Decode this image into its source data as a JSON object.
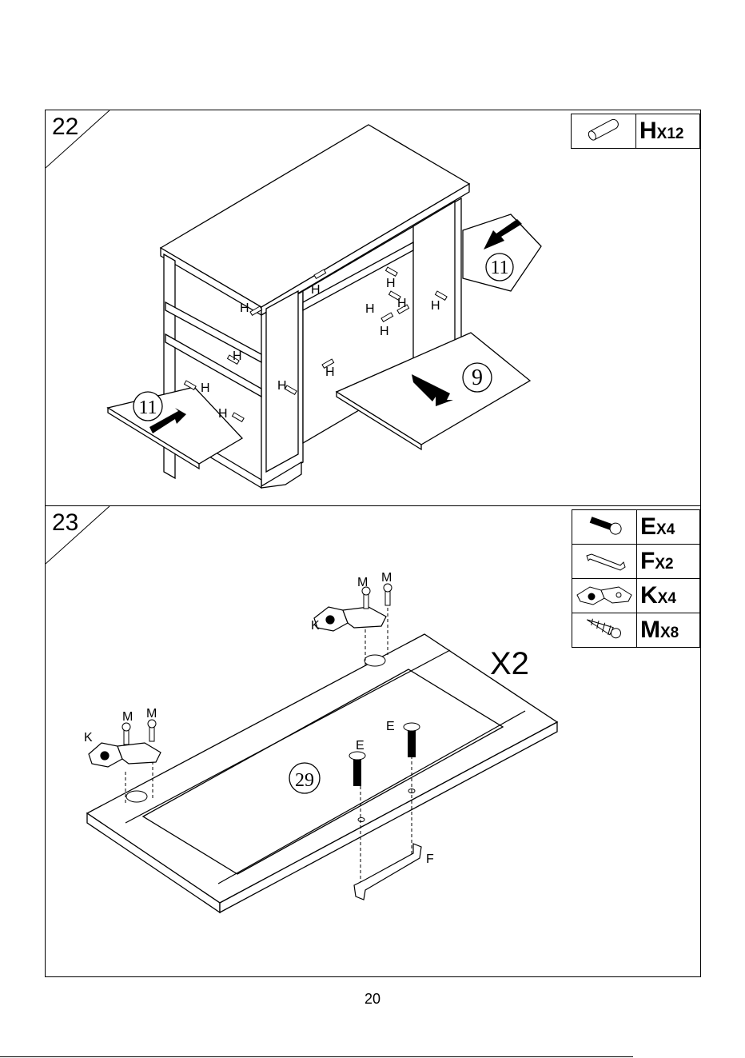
{
  "steps": [
    {
      "number": "22",
      "parts": [
        {
          "icon": "dowel-icon",
          "letter": "H",
          "qty": "X12"
        }
      ],
      "callouts": [
        "11",
        "9",
        "11"
      ],
      "labels": [
        "H",
        "H",
        "H",
        "H",
        "H",
        "H",
        "H",
        "H",
        "H",
        "H",
        "H",
        "H"
      ]
    },
    {
      "number": "23",
      "parts": [
        {
          "icon": "bolt-icon",
          "letter": "E",
          "qty": "X4"
        },
        {
          "icon": "handle-icon",
          "letter": "F",
          "qty": "X2"
        },
        {
          "icon": "hinge-icon",
          "letter": "K",
          "qty": "X4"
        },
        {
          "icon": "screw-icon",
          "letter": "M",
          "qty": "X8"
        }
      ],
      "callout": "29",
      "multiplier": "X2",
      "labels": {
        "m": "M",
        "k": "K",
        "e": "E",
        "f": "F"
      }
    }
  ],
  "page_number": "20"
}
